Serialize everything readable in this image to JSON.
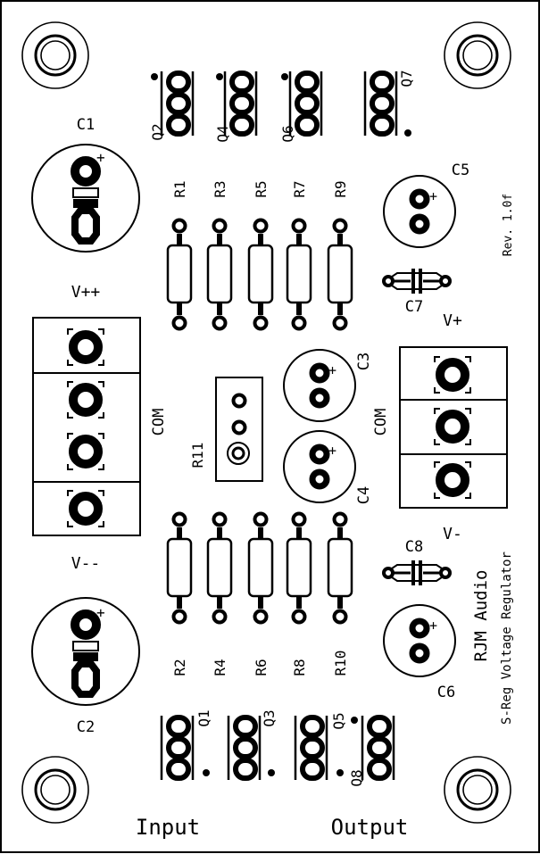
{
  "board": {
    "title": "RJM Audio",
    "subtitle": "S-Reg Voltage Regulator",
    "revision": "Rev. 1.0f",
    "input_label": "Input",
    "output_label": "Output"
  },
  "capacitors": {
    "c1": "C1",
    "c2": "C2",
    "c3": "C3",
    "c4": "C4",
    "c5": "C5",
    "c6": "C6",
    "c7": "C7",
    "c8": "C8"
  },
  "resistors": {
    "r1": "R1",
    "r2": "R2",
    "r3": "R3",
    "r4": "R4",
    "r5": "R5",
    "r6": "R6",
    "r7": "R7",
    "r8": "R8",
    "r9": "R9",
    "r10": "R10",
    "r11": "R11"
  },
  "transistors": {
    "q1": "Q1",
    "q2": "Q2",
    "q3": "Q3",
    "q4": "Q4",
    "q5": "Q5",
    "q6": "Q6",
    "q7": "Q7",
    "q8": "Q8"
  },
  "input_terminal": {
    "top": "V++",
    "com": "COM",
    "bottom": "V--"
  },
  "output_terminal": {
    "top": "V+",
    "com": "COM",
    "bottom": "V-"
  }
}
